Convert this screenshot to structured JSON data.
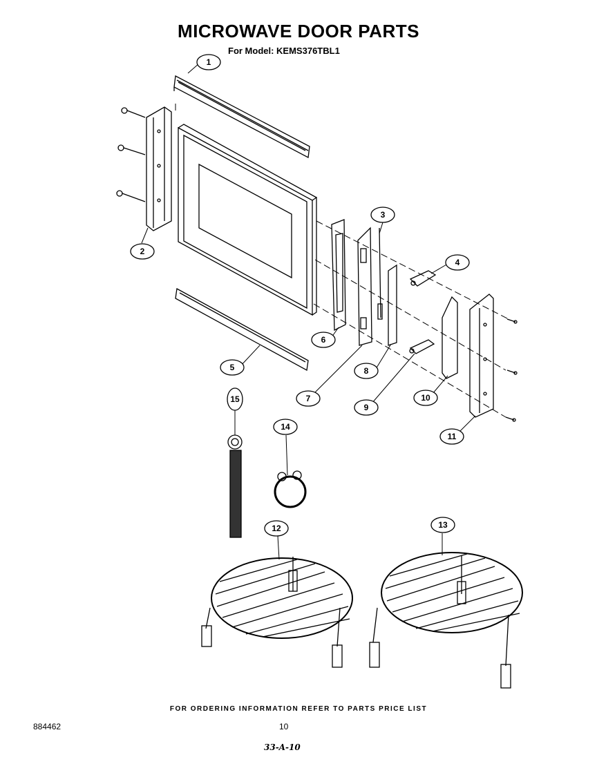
{
  "title": "MICROWAVE DOOR PARTS",
  "subtitle": "For Model: KEMS376TBL1",
  "footer_note": "FOR ORDERING INFORMATION REFER TO PARTS PRICE LIST",
  "doc_number": "884462",
  "page_number": "10",
  "handwritten_code": "33-A-10",
  "callouts": [
    "1",
    "2",
    "3",
    "4",
    "5",
    "6",
    "7",
    "8",
    "9",
    "10",
    "11",
    "12",
    "13",
    "14",
    "15"
  ]
}
